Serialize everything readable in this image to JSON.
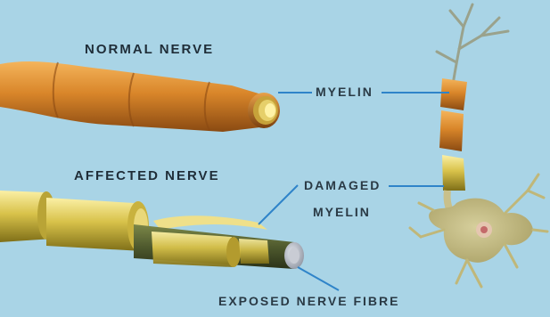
{
  "labels": {
    "normal_nerve": "NORMAL NERVE",
    "affected_nerve": "AFFECTED NERVE",
    "myelin": "MYELIN",
    "damaged_line1": "DAMAGED",
    "damaged_line2": "MYELIN",
    "exposed_fibre": "EXPOSED NERVE FIBRE"
  },
  "colors": {
    "background": "#a9d4e6",
    "healthy_myelin": "#d9892b",
    "damaged_myelin": "#d8c24a",
    "nerve_fibre": "#4f5a2e",
    "neuron_body": "#c9c08a",
    "callout_line": "#2f84c9"
  }
}
